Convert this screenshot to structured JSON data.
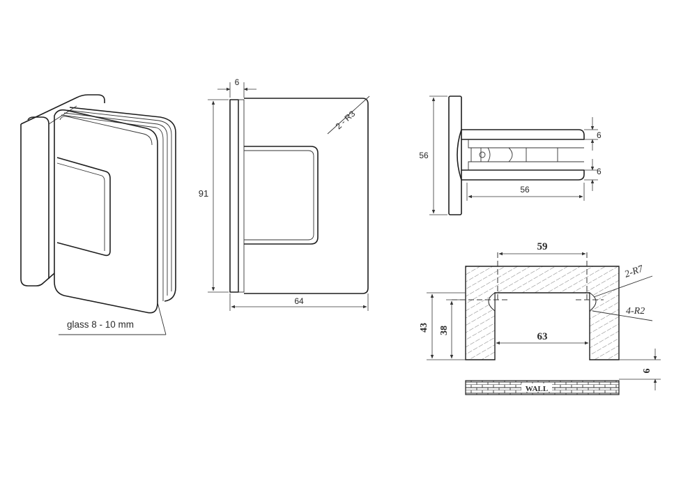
{
  "iso_view": {
    "glass_label": "glass 8 - 10 mm"
  },
  "front_view": {
    "dim_thickness": "6",
    "dim_height": "91",
    "dim_width": "64",
    "radius_label": "2 - R3"
  },
  "side_view": {
    "dim_height": "56",
    "dim_width": "56",
    "dim_top_gap": "6",
    "dim_bottom_gap": "6"
  },
  "section_view": {
    "dim_top": "59",
    "dim_inner": "63",
    "dim_outer_height": "43",
    "dim_inner_height": "38",
    "dim_wall_gap": "6",
    "label_r7": "2-R7",
    "label_r2": "4-R2",
    "wall_label": "WALL"
  }
}
